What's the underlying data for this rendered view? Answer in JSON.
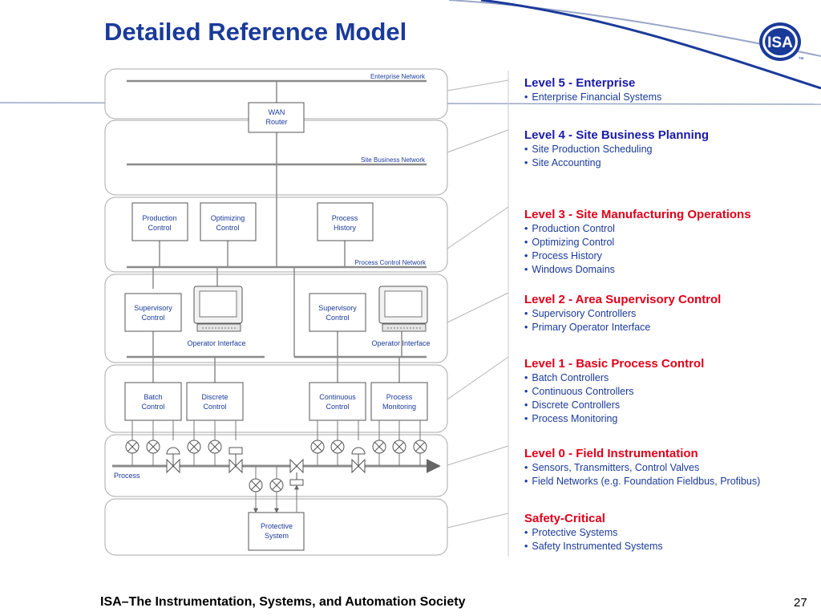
{
  "title": "Detailed Reference Model",
  "footer": "ISA–The Instrumentation, Systems, and Automation Society",
  "page_number": "27",
  "logo": {
    "text": "ISA",
    "mark": "™"
  },
  "diagram": {
    "networks": {
      "enterprise": "Enterprise Network",
      "site_business": "Site Business Network",
      "process_control": "Process Control Network"
    },
    "boxes": {
      "wan_router": [
        "WAN",
        "Router"
      ],
      "production_control": [
        "Production",
        "Control"
      ],
      "optimizing_control": [
        "Optimizing",
        "Control"
      ],
      "process_history": [
        "Process",
        "History"
      ],
      "supervisory_control_1": [
        "Supervisory",
        "Control"
      ],
      "supervisory_control_2": [
        "Supervisory",
        "Control"
      ],
      "batch_control": [
        "Batch",
        "Control"
      ],
      "discrete_control": [
        "Discrete",
        "Control"
      ],
      "continuous_control": [
        "Continuous",
        "Control"
      ],
      "process_monitoring": [
        "Process",
        "Monitoring"
      ],
      "protective_system": [
        "Protective",
        "System"
      ]
    },
    "operator_interface_1": "Operator Interface",
    "operator_interface_2": "Operator Interface",
    "process_label": "Process"
  },
  "levels": [
    {
      "title": "Level 5 - Enterprise",
      "color": "#1a1aa8",
      "items": [
        "Enterprise Financial Systems"
      ]
    },
    {
      "title": "Level 4 - Site Business Planning",
      "color": "#1a1aa8",
      "items": [
        "Site Production Scheduling",
        "Site Accounting"
      ]
    },
    {
      "title": "Level 3 - Site Manufacturing Operations",
      "color": "#e0001a",
      "items": [
        "Production Control",
        "Optimizing Control",
        "Process History",
        "Windows Domains"
      ]
    },
    {
      "title": "Level 2 - Area Supervisory Control",
      "color": "#e0001a",
      "items": [
        "Supervisory Controllers",
        "Primary Operator Interface"
      ]
    },
    {
      "title": "Level 1 - Basic Process Control",
      "color": "#e0001a",
      "items": [
        "Batch Controllers",
        "Continuous Controllers",
        "Discrete Controllers",
        "Process Monitoring"
      ]
    },
    {
      "title": "Level 0 - Field Instrumentation",
      "color": "#e0001a",
      "items": [
        "Sensors, Transmitters, Control Valves",
        "Field Networks (e.g. Foundation Fieldbus, Profibus)"
      ]
    },
    {
      "title": "Safety-Critical",
      "color": "#e0001a",
      "items": [
        "Protective Systems",
        "Safety Instrumented Systems"
      ]
    }
  ]
}
